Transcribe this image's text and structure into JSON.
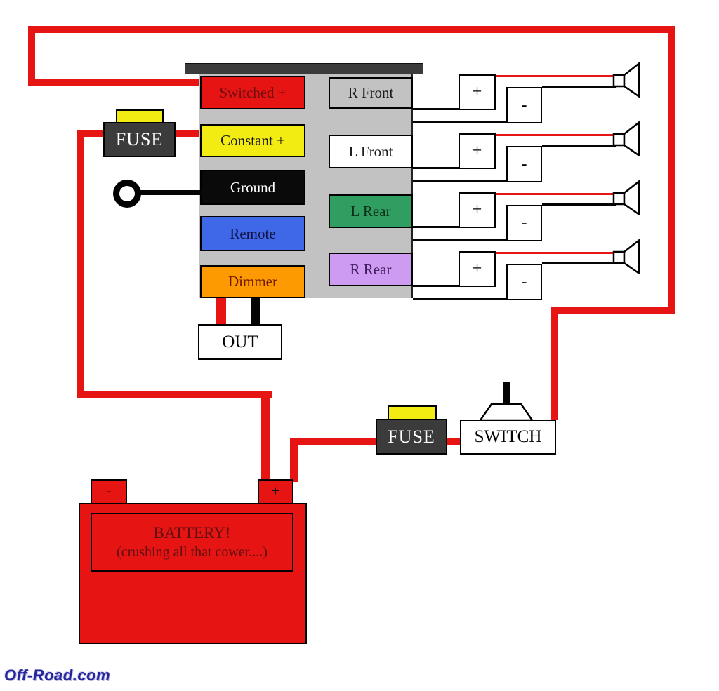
{
  "colors": {
    "wire_red": "#e71414",
    "wire_black": "#050505",
    "fuse_body": "#3b3b3b",
    "fuse_tab": "#f2ec12",
    "head_unit_gray": "#c2c2c2",
    "top_bar": "#3b3b3b",
    "battery_red": "#e71414"
  },
  "head_unit": {
    "wires": [
      {
        "label": "Switched +",
        "bg": "#e71414",
        "fg": "#6e0d0d"
      },
      {
        "label": "Constant +",
        "bg": "#f2ec12",
        "fg": "#1a1a1a"
      },
      {
        "label": "Ground",
        "bg": "#0a0a0a",
        "fg": "#ffffff"
      },
      {
        "label": "Remote",
        "bg": "#3f68e8",
        "fg": "#121244"
      },
      {
        "label": "Dimmer",
        "bg": "#fe9a01",
        "fg": "#6e1a00"
      }
    ],
    "outputs": [
      {
        "label": "R Front",
        "bg": "#c2c2c2",
        "fg": "#1a1a1a"
      },
      {
        "label": "L Front",
        "bg": "#ffffff",
        "fg": "#1a1a1a"
      },
      {
        "label": "L Rear",
        "bg": "#2f9e60",
        "fg": "#0f2e1a"
      },
      {
        "label": "R Rear",
        "bg": "#cd9bf2",
        "fg": "#3d1a5b"
      }
    ]
  },
  "speaker_terminals": {
    "plus": "+",
    "minus": "-"
  },
  "fuse_battery": {
    "label": "FUSE"
  },
  "fuse_switch": {
    "label": "FUSE"
  },
  "switch": {
    "label": "SWITCH"
  },
  "out": {
    "label": "OUT"
  },
  "battery": {
    "line1": "BATTERY!",
    "line2": "(crushing all that cower....)",
    "neg": "-",
    "pos": "+"
  },
  "watermark": {
    "text": "Off-Road.com"
  }
}
